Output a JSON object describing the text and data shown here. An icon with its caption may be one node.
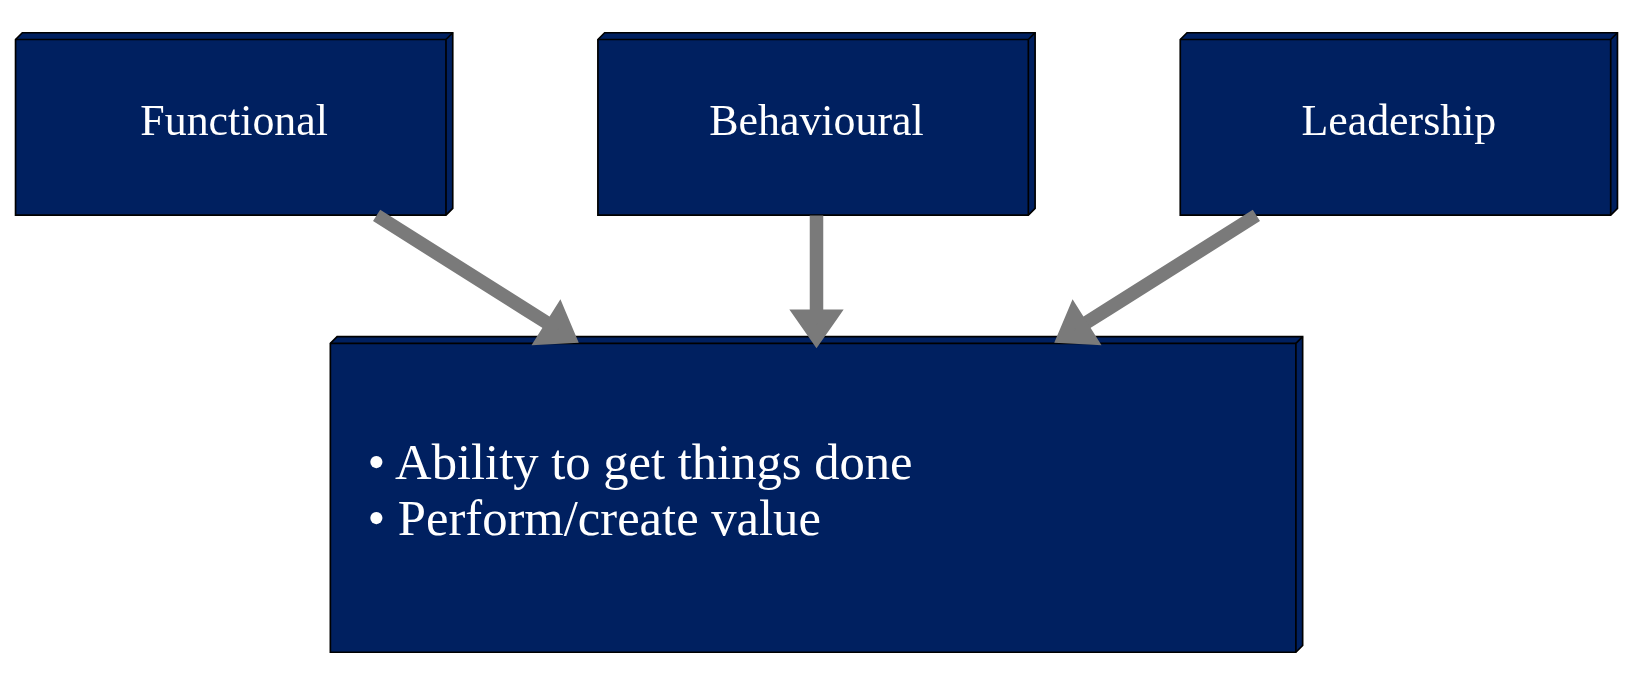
{
  "diagram": {
    "nodes": [
      {
        "text": [
          "Functional"
        ]
      },
      {
        "text": [
          "Behavioural"
        ]
      },
      {
        "text": [
          "Leadership"
        ]
      },
      {
        "text": [
          "• Ability to get things done",
          "• Perform/create value"
        ]
      }
    ],
    "edges": [
      {
        "from": 0,
        "to": 3,
        "arrow": "to"
      },
      {
        "from": 1,
        "to": 3,
        "arrow": "to"
      },
      {
        "from": 2,
        "to": 3,
        "arrow": "to"
      }
    ]
  }
}
